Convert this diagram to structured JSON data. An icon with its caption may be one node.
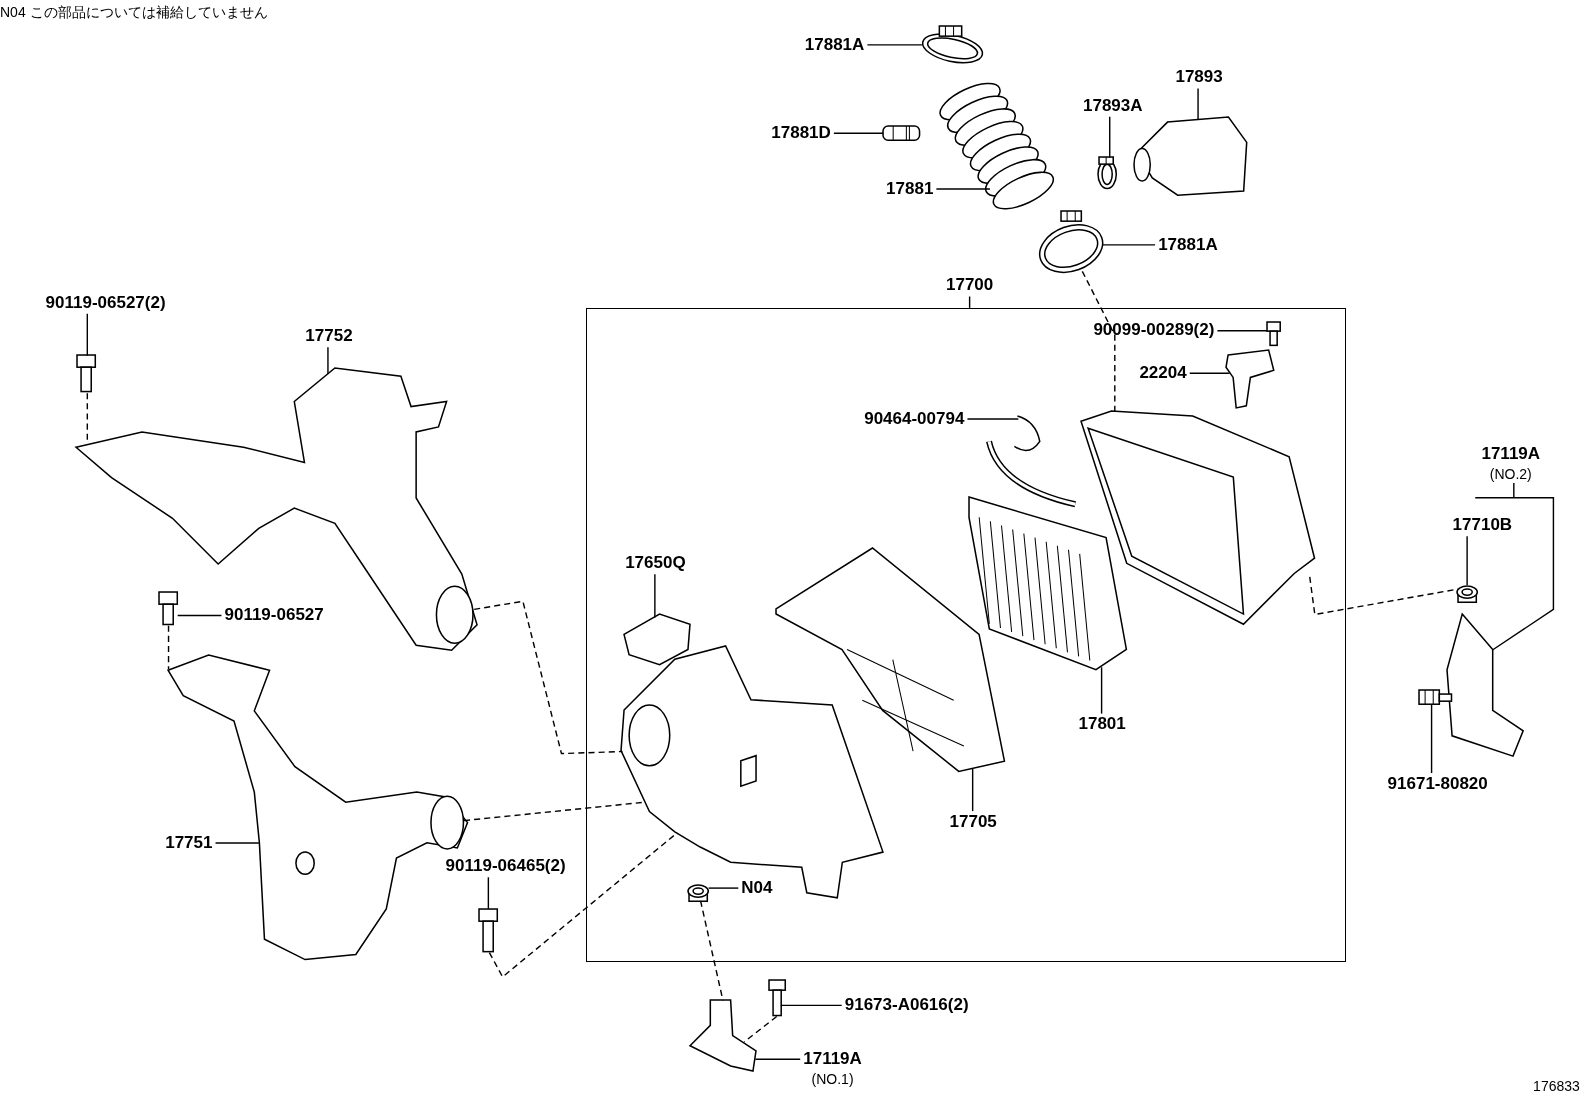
{
  "diagram": {
    "nodes": [
      {
        "text": [
          "17881A"
        ]
      },
      {
        "text": [
          "17881D"
        ]
      },
      {
        "text": [
          "17893"
        ]
      },
      {
        "text": [
          "17893A"
        ]
      },
      {
        "text": [
          "17881"
        ]
      },
      {
        "text": [
          "17881A"
        ]
      },
      {
        "text": [
          "17700"
        ]
      },
      {
        "text": [],
        "shape": "box"
      },
      {
        "text": [
          "90099-00289(2)"
        ],
        "in": 7
      },
      {
        "text": [
          "22204"
        ],
        "in": 7
      },
      {
        "text": [
          "90464-00794"
        ],
        "in": 7
      },
      {
        "text": [
          "17650Q"
        ],
        "in": 7
      },
      {
        "text": [
          "17801"
        ],
        "in": 7
      },
      {
        "text": [
          "17705"
        ],
        "in": 7
      },
      {
        "text": [
          "N04"
        ],
        "in": 7
      },
      {
        "text": [
          "90119-06527(2)"
        ]
      },
      {
        "text": [
          "17752"
        ]
      },
      {
        "text": [
          "17119A"
        ],
        "beside": [
          "(NO.2)"
        ]
      },
      {
        "text": [
          "17710B"
        ]
      },
      {
        "text": [
          "90119-06527"
        ]
      },
      {
        "text": [
          "91671-80820"
        ]
      },
      {
        "text": [
          "17751"
        ]
      },
      {
        "text": [
          "90119-06465(2)"
        ]
      },
      {
        "text": [
          "91673-A0616(2)"
        ]
      },
      {
        "text": [
          "17119A"
        ],
        "beside": [
          "(NO.1)"
        ]
      },
      {
        "text": [],
        "shape": "picture"
      },
      {
        "text": [],
        "shape": "picture"
      },
      {
        "text": [],
        "shape": "picture"
      },
      {
        "text": [],
        "shape": "picture"
      },
      {
        "text": [],
        "shape": "picture"
      },
      {
        "text": [],
        "shape": "picture"
      },
      {
        "text": [],
        "shape": "picture",
        "in": 7
      },
      {
        "text": [],
        "shape": "picture",
        "in": 7
      },
      {
        "text": [],
        "shape": "picture",
        "in": 7
      },
      {
        "text": [],
        "shape": "picture",
        "in": 7
      },
      {
        "text": [],
        "shape": "picture",
        "in": 7
      },
      {
        "text": [],
        "shape": "picture",
        "in": 7
      },
      {
        "text": [],
        "shape": "picture",
        "in": 7
      },
      {
        "text": [],
        "shape": "picture",
        "in": 7
      },
      {
        "text": [],
        "shape": "picture",
        "in": 7
      },
      {
        "text": [],
        "shape": "picture"
      },
      {
        "text": [],
        "shape": "picture"
      },
      {
        "text": [],
        "shape": "picture"
      },
      {
        "text": [],
        "shape": "picture"
      },
      {
        "text": [],
        "shape": "picture"
      },
      {
        "text": [],
        "shape": "picture"
      },
      {
        "text": [],
        "shape": "picture"
      },
      {
        "text": [],
        "shape": "picture"
      },
      {
        "text": [],
        "shape": "picture"
      },
      {
        "text": [],
        "shape": "picture"
      }
    ],
    "edges": [
      {
        "from": 0,
        "to": 25,
        "arrow": "none"
      },
      {
        "from": 1,
        "to": 26,
        "arrow": "none"
      },
      {
        "from": 2,
        "to": 29,
        "arrow": "none"
      },
      {
        "from": 3,
        "to": 28,
        "arrow": "none"
      },
      {
        "from": 4,
        "to": 27,
        "arrow": "none"
      },
      {
        "from": 5,
        "to": 30,
        "arrow": "none"
      },
      {
        "from": 6,
        "to": 7,
        "arrow": "none"
      },
      {
        "from": 8,
        "to": 31,
        "arrow": "none"
      },
      {
        "from": 9,
        "to": 32,
        "arrow": "none"
      },
      {
        "from": 10,
        "to": 33,
        "arrow": "none"
      },
      {
        "from": 11,
        "to": 38,
        "arrow": "none"
      },
      {
        "from": 12,
        "to": 35,
        "arrow": "none"
      },
      {
        "from": 13,
        "to": 36,
        "arrow": "none"
      },
      {
        "from": 14,
        "to": 39,
        "arrow": "none"
      },
      {
        "from": 15,
        "to": 47,
        "arrow": "none"
      },
      {
        "from": 16,
        "to": 45,
        "arrow": "none"
      },
      {
        "from": 17,
        "to": 42,
        "arrow": "none"
      },
      {
        "from": 18,
        "to": 43,
        "arrow": "none"
      },
      {
        "from": 19,
        "to": 48,
        "arrow": "none"
      },
      {
        "from": 20,
        "to": 44,
        "arrow": "none"
      },
      {
        "from": 21,
        "to": 46,
        "arrow": "none"
      },
      {
        "from": 22,
        "to": 49,
        "arrow": "none"
      },
      {
        "from": 23,
        "to": 41,
        "arrow": "none"
      },
      {
        "from": 24,
        "to": 40,
        "arrow": "none"
      },
      {
        "from": 30,
        "to": 34,
        "arrow": "none",
        "style": "dashed"
      },
      {
        "from": 47,
        "to": 45,
        "arrow": "none",
        "style": "dashed"
      },
      {
        "from": 48,
        "to": 46,
        "arrow": "none",
        "style": "dashed"
      },
      {
        "from": 45,
        "to": 37,
        "arrow": "none",
        "style": "dashed"
      },
      {
        "from": 46,
        "to": 37,
        "arrow": "none",
        "style": "dashed"
      },
      {
        "from": 49,
        "to": 37,
        "arrow": "none",
        "style": "dashed"
      },
      {
        "from": 39,
        "to": 40,
        "arrow": "none",
        "style": "dashed"
      },
      {
        "from": 41,
        "to": 40,
        "arrow": "none",
        "style": "dashed"
      },
      {
        "from": 34,
        "to": 43,
        "arrow": "none",
        "style": "dashed"
      }
    ],
    "labels": [
      "N04 この部品については補給していません",
      "176833"
    ]
  }
}
